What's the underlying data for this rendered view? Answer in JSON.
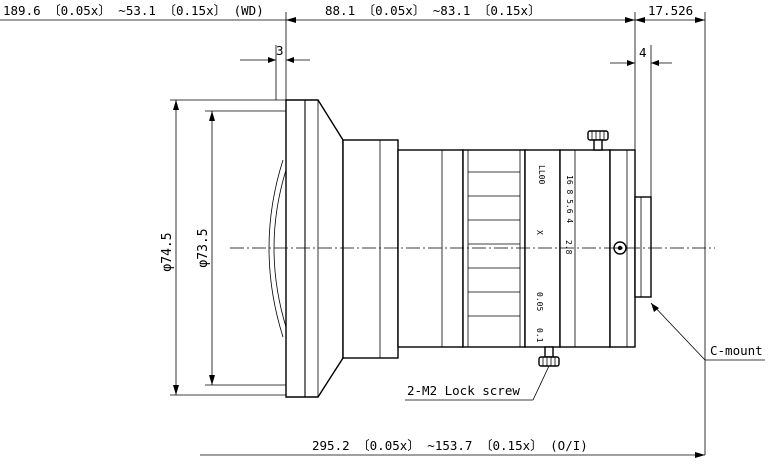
{
  "dimensions": {
    "wd": "189.6 〔0.05x〕 ~53.1 〔0.15x〕 (WD)",
    "body_length": "88.1 〔0.05x〕 ~83.1 〔0.15x〕",
    "flange": "17.526",
    "front_step": "3",
    "rear_step": "4",
    "outer_diameter": "φ74.5",
    "inner_diameter": "φ73.5",
    "oi": "295.2 〔0.05x〕 ~153.7 〔0.15x〕 (O/I)"
  },
  "labels": {
    "c_mount": "C-mount",
    "lock_screw": "2-M2 Lock screw"
  },
  "ring_scales": {
    "a": "LL00",
    "b": "16 8 5.6 4",
    "c": "X",
    "d": "2.8",
    "e": "0.05",
    "f": "0.1"
  }
}
